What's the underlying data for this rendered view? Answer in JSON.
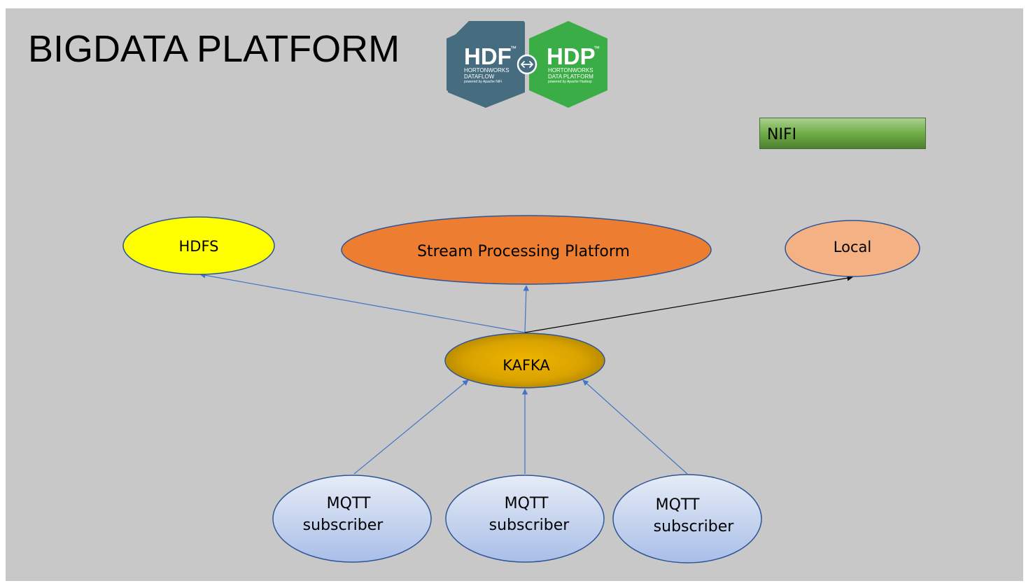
{
  "title": "BIGDATA PLATFORM",
  "logos": {
    "hdf": {
      "name": "HDF",
      "tm": "™",
      "line1": "HORTONWORKS",
      "line2": "DATAFLOW",
      "line3": "powered by Apache NiFi",
      "color": "#466c80"
    },
    "hdp": {
      "name": "HDP",
      "tm": "™",
      "line1": "HORTONWORKS",
      "line2": "DATA PLATFORM",
      "line3": "powered by Apache Hadoop",
      "color": "#3bad47"
    },
    "connector_icon": "double-arrow-icon"
  },
  "nifi": {
    "label": "NIFI"
  },
  "nodes": {
    "hdfs": {
      "label": "HDFS",
      "fill": "#ffff00"
    },
    "stream": {
      "label": "Stream Processing Platform",
      "fill": "#ed7d31"
    },
    "local": {
      "label": "Local",
      "fill": "#f4b183"
    },
    "kafka": {
      "label": "KAFKA",
      "fill": "#d4a000"
    },
    "mqtt1": {
      "line1": "MQTT",
      "line2": "subscriber"
    },
    "mqtt2": {
      "line1": "MQTT",
      "line2": "subscriber"
    },
    "mqtt3": {
      "line1": "MQTT",
      "line2": "subscriber"
    }
  },
  "colors": {
    "edge_blue": "#4472c4",
    "edge_black": "#000000",
    "node_border": "#2f5597"
  }
}
